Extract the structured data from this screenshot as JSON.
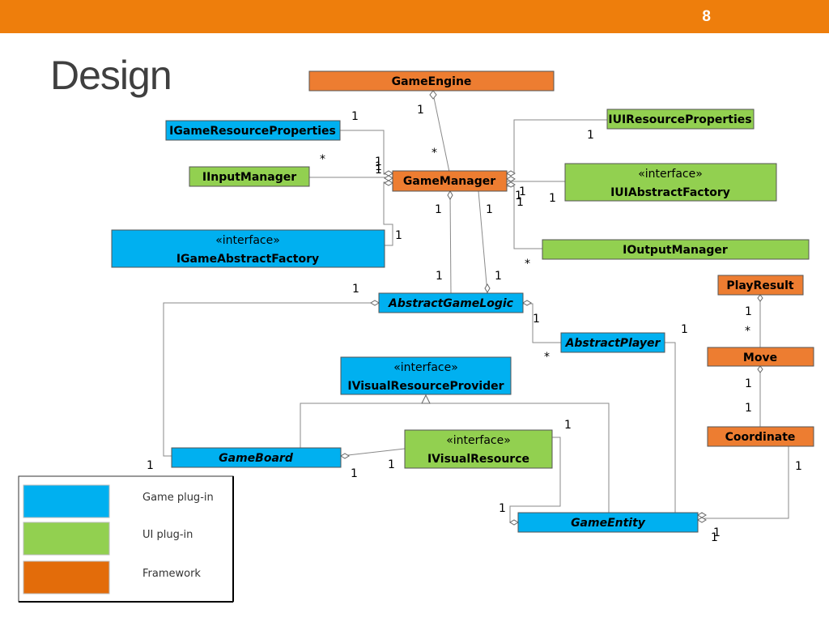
{
  "page_number": "8",
  "title": "Design",
  "colors": {
    "framework": "#ED7D31",
    "game_plugin": "#00B0F0",
    "ui_plugin": "#92D050",
    "header": "#EE7E0C"
  },
  "classes": {
    "game_engine": "GameEngine",
    "game_manager": "GameManager",
    "igame_resource_properties": "IGameResourceProperties",
    "iinput_manager": "IInputManager",
    "iui_resource_properties": "IUIResourceProperties",
    "iui_abstract_factory_stereo": "«interface»",
    "iui_abstract_factory": "IUIAbstractFactory",
    "igame_abstract_factory_stereo": "«interface»",
    "igame_abstract_factory": "IGameAbstractFactory",
    "ioutput_manager": "IOutputManager",
    "abstract_game_logic": "AbstractGameLogic",
    "play_result": "PlayResult",
    "abstract_player": "AbstractPlayer",
    "move": "Move",
    "ivisual_resource_provider_stereo": "«interface»",
    "ivisual_resource_provider": "IVisualResourceProvider",
    "coordinate": "Coordinate",
    "game_board": "GameBoard",
    "ivisual_resource_stereo": "«interface»",
    "ivisual_resource": "IVisualResource",
    "game_entity": "GameEntity"
  },
  "multiplicities": {
    "m1": "1",
    "m2": "1",
    "m3": "*",
    "m4": "1",
    "m5": "*",
    "m6": "1",
    "m7": "1",
    "m8": "1",
    "m9": "1",
    "m10": "1",
    "m11": "1",
    "m12": "1",
    "m13": "1",
    "m14": "1",
    "m15": "*",
    "m16": "1",
    "m17": "1",
    "m18": "1",
    "m19": "1",
    "m20": "1",
    "m21": "1",
    "m22": "*",
    "m23": "1",
    "m24": "*",
    "m25": "1",
    "m26": "1",
    "m27": "1",
    "m28": "1",
    "m29": "1",
    "m30": "1",
    "m31": "1",
    "m32": "1",
    "m33": "1",
    "m34": "1"
  },
  "legend": [
    {
      "label": "Game plug-in",
      "color": "#00B0F0"
    },
    {
      "label": "UI plug-in",
      "color": "#92D050"
    },
    {
      "label": "Framework",
      "color": "#E36C0A"
    }
  ]
}
